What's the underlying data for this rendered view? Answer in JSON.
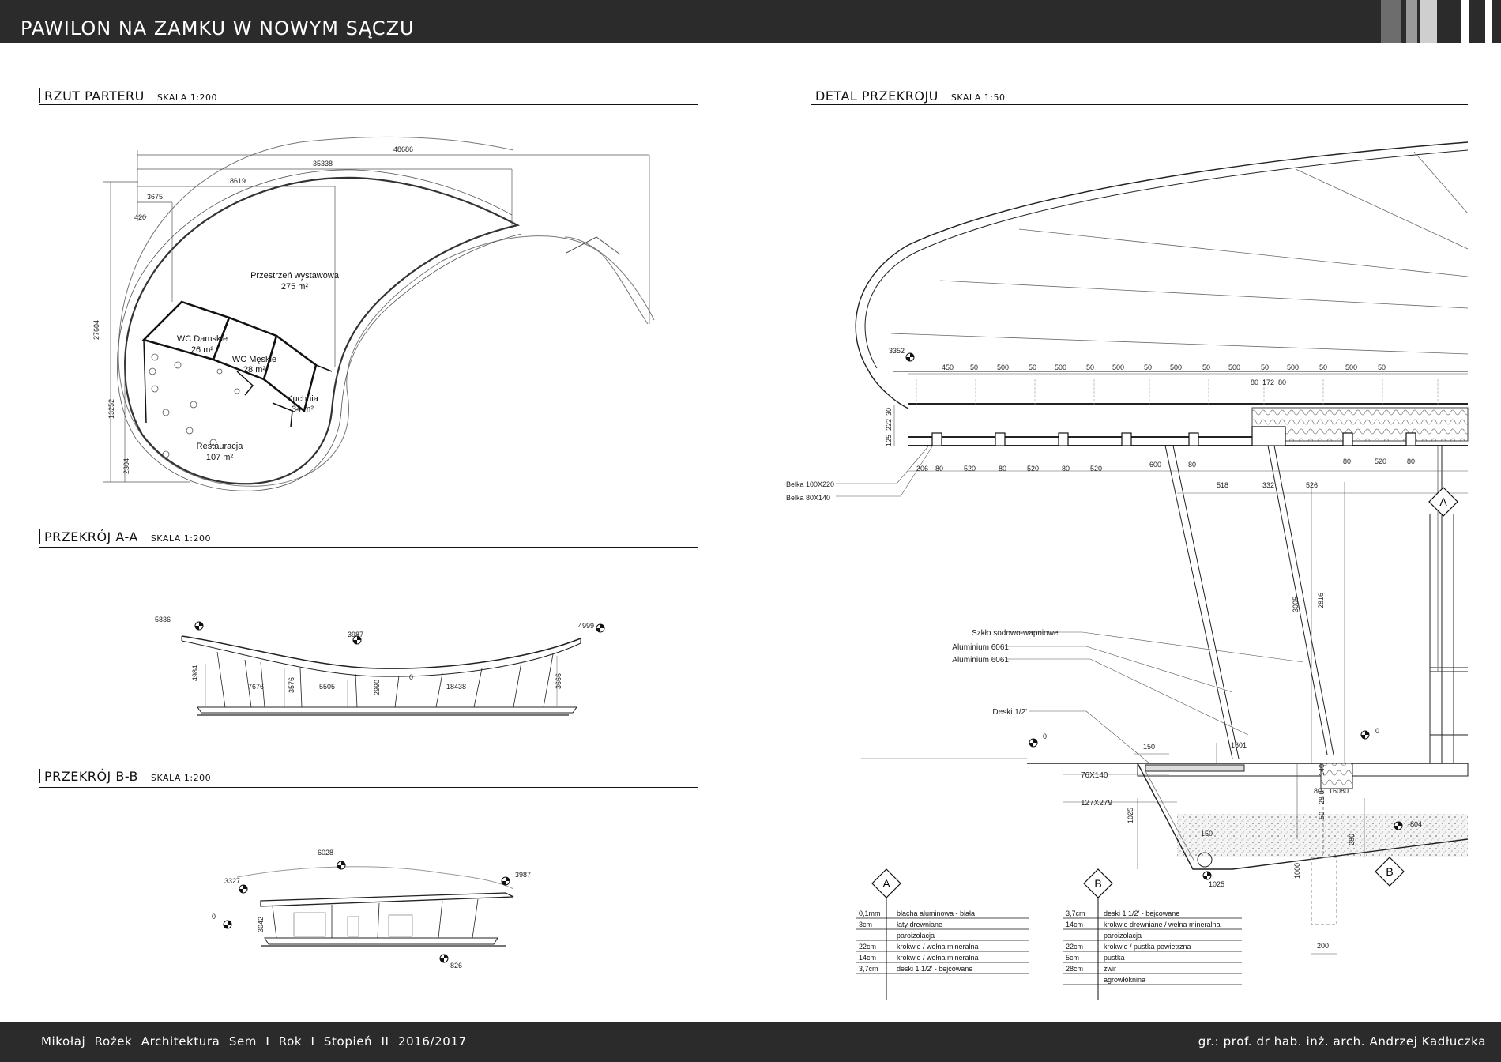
{
  "header": {
    "title": "PAWILON NA ZAMKU W NOWYM SĄCZU"
  },
  "footer": {
    "left": "Mikołaj Rożek Architektura Sem I Rok I Stopień II 2016/2017",
    "right": "gr.: prof. dr hab. inż. arch. Andrzej Kadłuczka"
  },
  "sections": {
    "plan": {
      "title": "RZUT PARTERU",
      "scale": "SKALA 1:200"
    },
    "section_aa": {
      "title": "PRZEKRÓJ A-A",
      "scale": "SKALA 1:200"
    },
    "section_bb": {
      "title": "PRZEKRÓJ B-B",
      "scale": "SKALA 1:200"
    },
    "detail": {
      "title": "DETAL PRZEKROJU",
      "scale": "SKALA 1:50"
    }
  },
  "plan": {
    "dims": {
      "d1": "48686",
      "d2": "35338",
      "d3": "18619",
      "d4": "3675",
      "d5": "420",
      "v1": "27604",
      "v2": "13252",
      "v3": "2304"
    },
    "rooms": {
      "exhibition": {
        "name": "Przestrzeń wystawowa",
        "area": "275 m²"
      },
      "wc_women": {
        "name": "WC Damskie",
        "area": "26 m²"
      },
      "wc_men": {
        "name": "WC Męskie",
        "area": "28 m²"
      },
      "kitchen": {
        "name": "Kuchnia",
        "area": "34 m²"
      },
      "restaurant": {
        "name": "Restauracja",
        "area": "107 m²"
      }
    }
  },
  "section_aa": {
    "levels": {
      "l1": "5836",
      "l2": "3987",
      "l3": "4999",
      "l4": "0"
    },
    "dims": {
      "h1": "4984",
      "w1": "7676",
      "h2": "3576",
      "w2": "5505",
      "h3": "2990",
      "w3": "18438",
      "h4": "3666"
    }
  },
  "section_bb": {
    "levels": {
      "l1": "6028",
      "l2": "3327",
      "l3": "3987",
      "l4": "0",
      "l5": "-826"
    },
    "dims": {
      "h1": "3042"
    }
  },
  "detail": {
    "levels": {
      "top": "3352",
      "ground_left": "0",
      "ground_right": "0",
      "foundation": "-804"
    },
    "top_dims": [
      "450",
      "50",
      "500",
      "50",
      "500",
      "50",
      "500",
      "50",
      "500",
      "50",
      "500",
      "50",
      "500",
      "50",
      "500",
      "50"
    ],
    "small_dims": {
      "a": "80",
      "b": "172",
      "c": "80"
    },
    "left_vdims": [
      "30",
      "222",
      "125"
    ],
    "beam_dims": [
      "206",
      "80",
      "520",
      "80",
      "520",
      "80",
      "520",
      "600",
      "80",
      "80",
      "520",
      "80"
    ],
    "mid_dims": [
      "518",
      "332",
      "526"
    ],
    "vert_dims": [
      "3005",
      "2816"
    ],
    "labels": {
      "beam1": "Belka 100X220",
      "beam2": "Belka 80X140",
      "glass": "Szkło sodowo-wapniowe",
      "alu1": "Aluminium 6061",
      "alu2": "Aluminium 6061",
      "boards": "Deski 1/2'",
      "d150": "150",
      "d1601": "1601",
      "sec1": "76X140",
      "sec2": "127X279",
      "v1025": "1025",
      "c150": "150",
      "b1025": "1025",
      "f140": "140",
      "f28": "28 0",
      "f50": "50",
      "f80a": "80",
      "f160": "160",
      "f80b": "80",
      "f280": "280",
      "f1000": "1000",
      "f200": "200"
    },
    "markers": {
      "a": "A",
      "b": "B"
    },
    "layers_a": [
      {
        "t": "0,1mm",
        "d": "blacha aluminowa - biała"
      },
      {
        "t": "3cm",
        "d": "łaty drewniane"
      },
      {
        "t": "",
        "d": "paroizolacja"
      },
      {
        "t": "22cm",
        "d": "krokwie / wełna mineralna"
      },
      {
        "t": "14cm",
        "d": "krokwie / wełna mineralna"
      },
      {
        "t": "3,7cm",
        "d": "deski 1 1/2' - bejcowane"
      }
    ],
    "layers_b": [
      {
        "t": "3,7cm",
        "d": "deski 1 1/2' - bejcowane"
      },
      {
        "t": "14cm",
        "d": "krokwie drewniane / wełna mineralna"
      },
      {
        "t": "",
        "d": "paroizolacja"
      },
      {
        "t": "22cm",
        "d": "krokwie / pustka powietrzna"
      },
      {
        "t": "5cm",
        "d": "pustka"
      },
      {
        "t": "28cm",
        "d": "żwir"
      },
      {
        "t": "",
        "d": "agrowłóknina"
      }
    ]
  },
  "colors": {
    "bar": "#2b2b2b",
    "stripe1": "#6d6d6d",
    "stripe2": "#9a9a9a",
    "stripe3": "#c9c9c9"
  }
}
